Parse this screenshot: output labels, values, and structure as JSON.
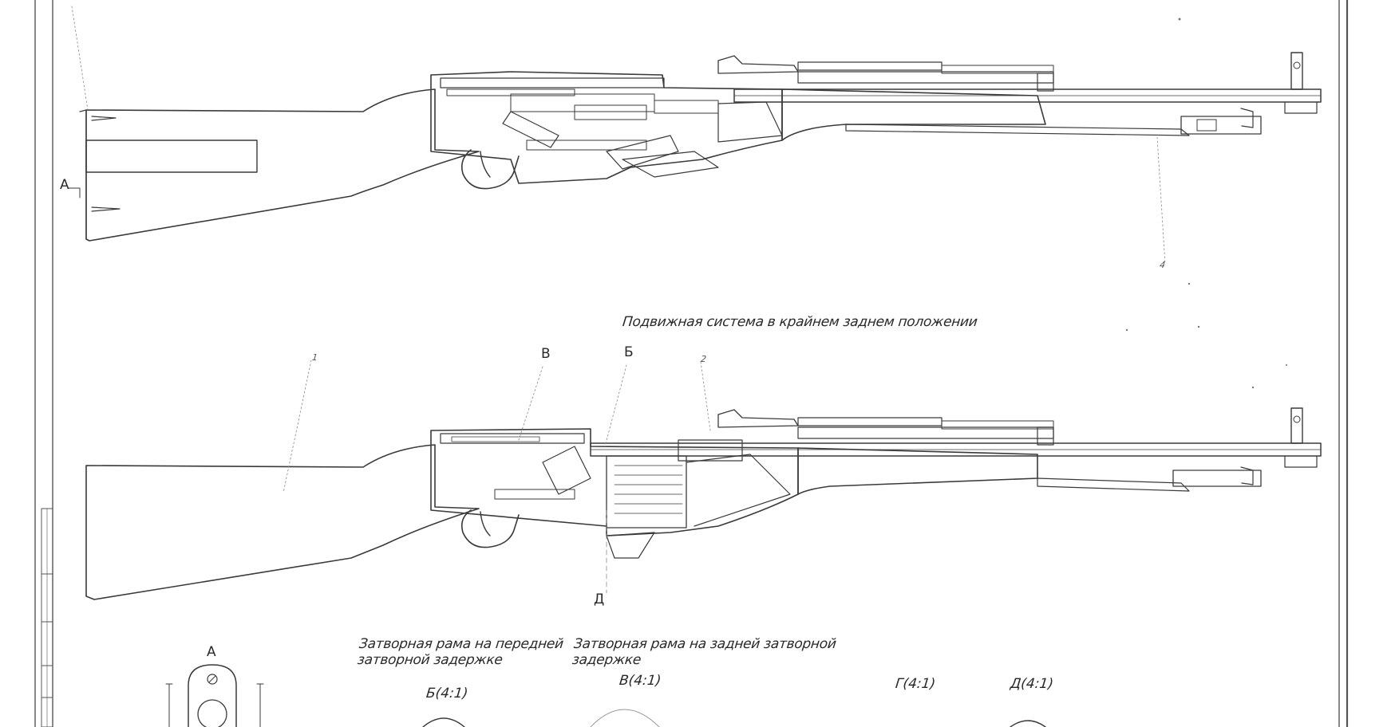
{
  "labels": {
    "caption_rear": "Подвижная система в крайнем заднем положении",
    "section_a_top": "А",
    "section_a_detail": "А",
    "view_b": "В",
    "view_be": "Б",
    "view_d": "Д",
    "part_1": "1",
    "part_2": "2",
    "part_4": "4",
    "caption_front_stop": "Затворная рама на передней\nзатворной задержке",
    "caption_rear_stop": "Затворная рама на задней затворной\nзадержке",
    "detail_b": "Б(4:1)",
    "detail_v": "В(4:1)",
    "detail_g": "Г(4:1)",
    "detail_d": "Д(4:1)"
  },
  "colors": {
    "line": "#3a3a3a",
    "hatch": "#6a6a6a",
    "border": "#555555"
  }
}
